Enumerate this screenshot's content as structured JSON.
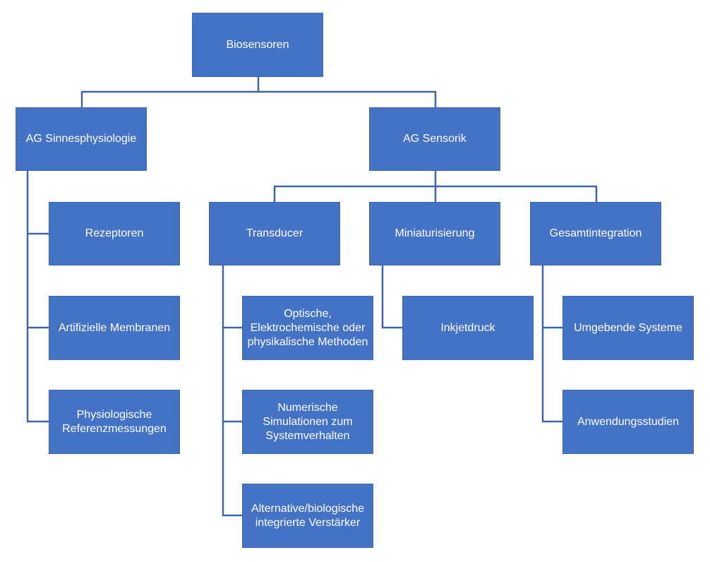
{
  "diagram": {
    "root": "Biosensoren",
    "groups": {
      "sinnesphysiologie": {
        "title": "AG Sinnesphysiologie",
        "items": [
          "Rezeptoren",
          "Artifizielle Membranen",
          "Physiologische Referenzmessungen"
        ]
      },
      "sensorik": {
        "title": "AG Sensorik",
        "transducer": {
          "title": "Transducer",
          "items": [
            "Optische, Elektrochemische oder physikalische Methoden",
            "Numerische Simulationen zum Systemverhalten",
            "Alternative/biologische integrierte Verstärker"
          ]
        },
        "miniaturisierung": {
          "title": "Miniaturisierung",
          "items": [
            "Inkjetdruck"
          ]
        },
        "gesamtintegration": {
          "title": "Gesamtintegration",
          "items": [
            "Umgebende Systeme",
            "Anwendungsstudien"
          ]
        }
      }
    },
    "colors": {
      "box": "#4472C4",
      "connector": "#3f65a8",
      "text": "#ffffff"
    }
  }
}
